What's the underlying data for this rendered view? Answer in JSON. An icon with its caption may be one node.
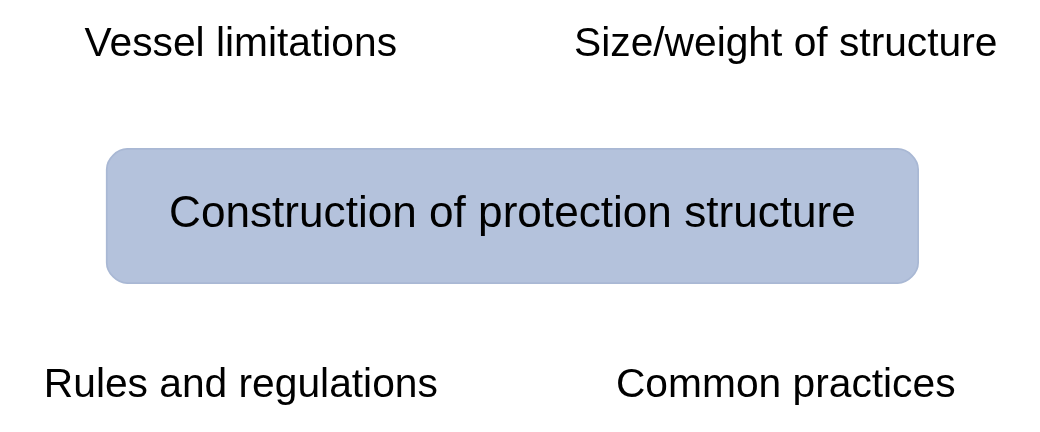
{
  "diagram": {
    "nodes": [
      {
        "text": [
          "Construction of protection structure"
        ]
      }
    ],
    "labels": [
      "Vessel limitations",
      "Size/weight of structure",
      "Rules and regulations",
      "Common practices"
    ]
  }
}
